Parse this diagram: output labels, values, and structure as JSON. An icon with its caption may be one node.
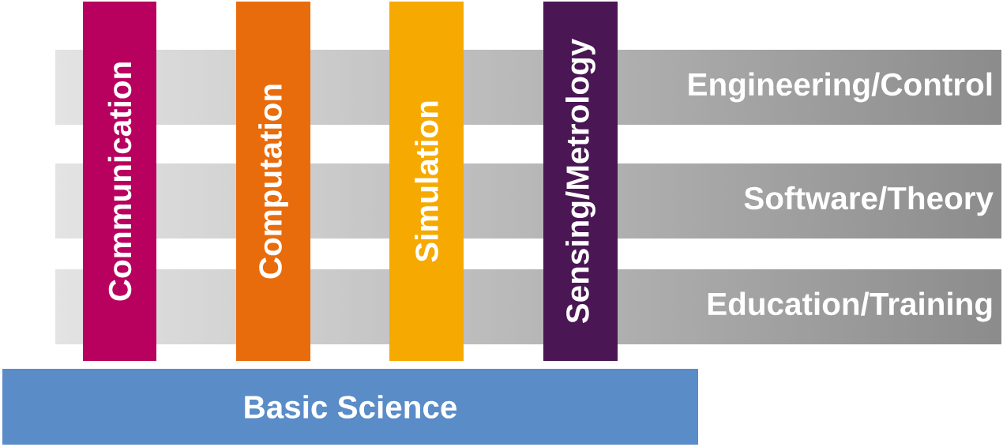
{
  "diagram": {
    "nodes": [
      {
        "text": [
          "Engineering/Control"
        ]
      },
      {
        "text": [
          "Software/Theory"
        ]
      },
      {
        "text": [
          "Education/Training"
        ]
      },
      {
        "text": [
          "Communication"
        ]
      },
      {
        "text": [
          "Computation"
        ]
      },
      {
        "text": [
          "Simulation"
        ]
      },
      {
        "text": [
          "Sensing/Metrology"
        ]
      },
      {
        "text": [
          "Basic Science"
        ]
      }
    ]
  }
}
